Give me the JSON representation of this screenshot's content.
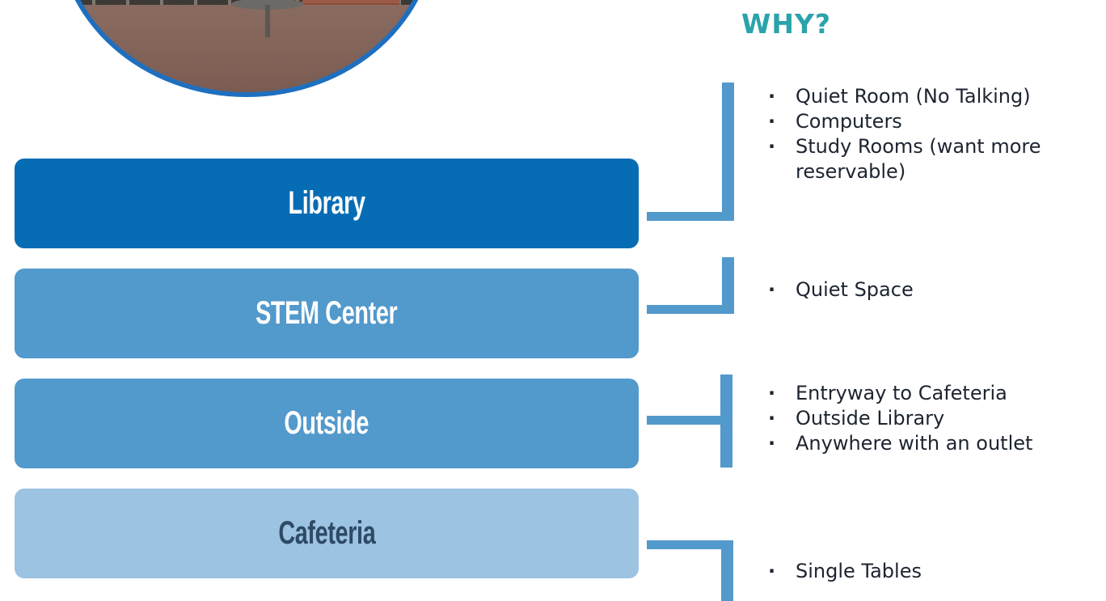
{
  "heading": "WHY?",
  "locations": [
    {
      "label": "Library",
      "reasons": [
        "Quiet Room (No Talking)",
        "Computers",
        "Study Rooms (want more",
        "reservable)"
      ]
    },
    {
      "label": "STEM Center",
      "reasons": [
        "Quiet Space"
      ]
    },
    {
      "label": "Outside",
      "reasons": [
        "Entryway to Cafeteria",
        "Outside Library",
        "Anywhere with an outlet"
      ]
    },
    {
      "label": "Cafeteria",
      "reasons": [
        "Single Tables"
      ]
    }
  ],
  "colors": {
    "heading": "#2aa3ab",
    "library_box": "#066cb4",
    "stem_box": "#5299cc",
    "outside_box": "#5299cc",
    "cafeteria_box": "#9dc3e2",
    "bracket": "#5299cc",
    "photo_border": "#1f6fbf"
  }
}
